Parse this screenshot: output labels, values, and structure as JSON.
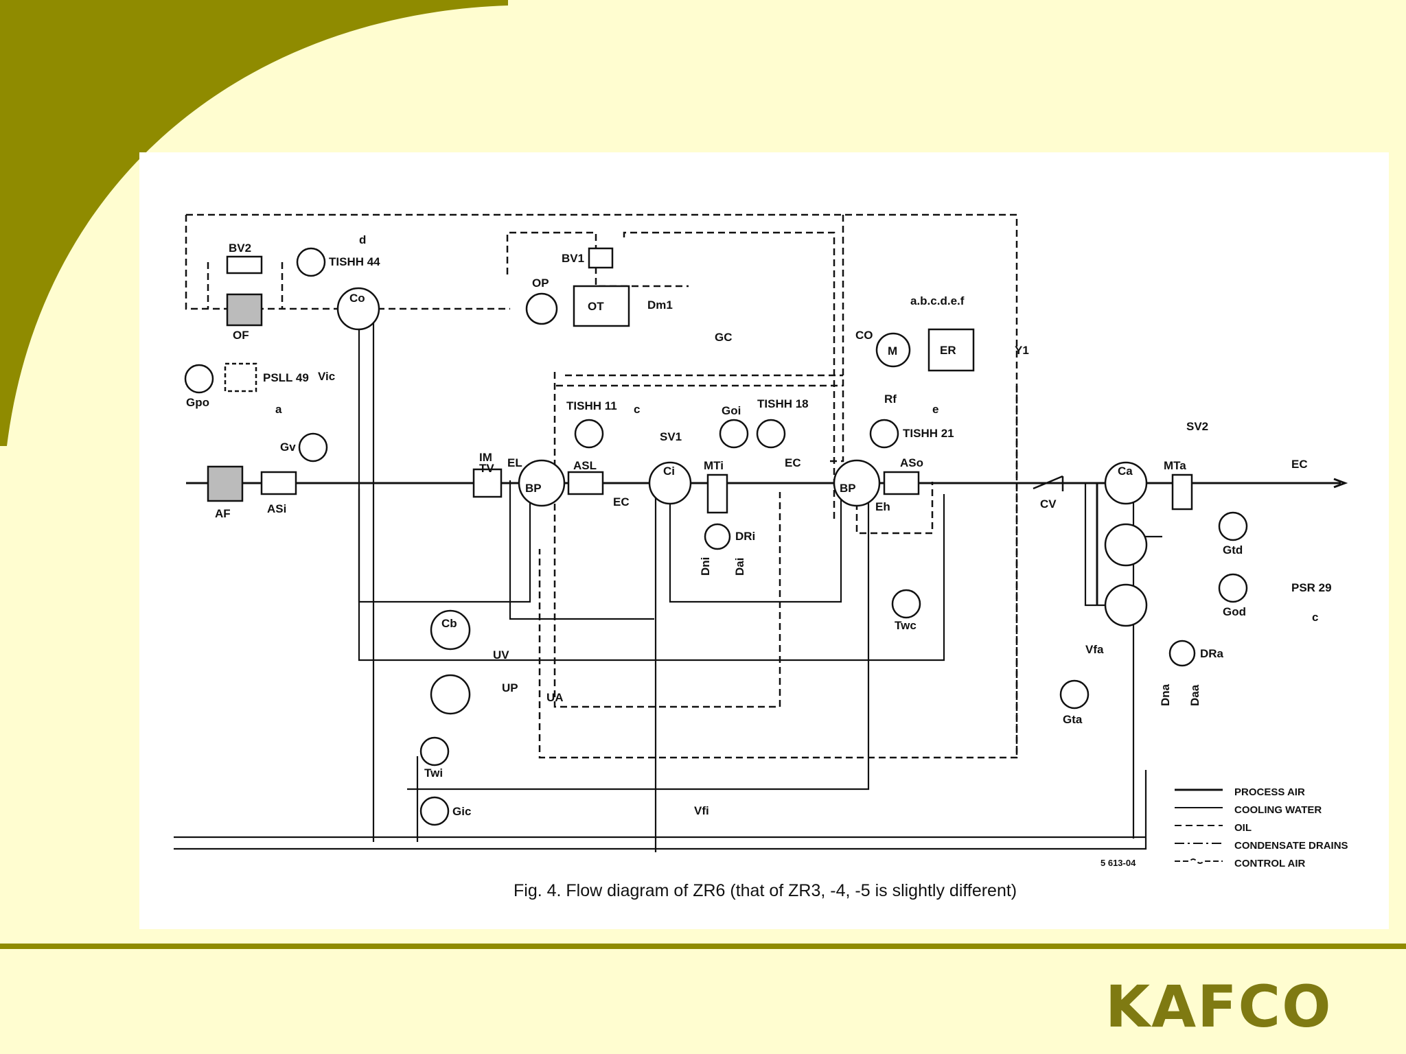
{
  "slide": {
    "colors": {
      "background": "#fffdd0",
      "accent": "#8f8b00",
      "logo": "#7f7a12"
    },
    "logo_text": "KAFCO"
  },
  "diagram": {
    "caption": "Fig. 4. Flow diagram of ZR6 (that of ZR3, -4, -5 is slightly different)",
    "drawing_number": "5 613-04",
    "legend": [
      {
        "style": "solid",
        "label": "PROCESS AIR"
      },
      {
        "style": "solid-thin",
        "label": "COOLING WATER"
      },
      {
        "style": "dashed",
        "label": "OIL"
      },
      {
        "style": "dash-dot",
        "label": "CONDENSATE DRAINS"
      },
      {
        "style": "wave",
        "label": "CONTROL AIR"
      }
    ],
    "labels": {
      "bv2": "BV2",
      "tishh44": "TISHH 44",
      "d": "d",
      "of": "OF",
      "co_cooler": "Co",
      "vic": "Vic",
      "gpo": "Gpo",
      "psll49": "PSLL 49",
      "a": "a",
      "gv": "Gv",
      "af": "AF",
      "asi": "ASi",
      "im": "IM",
      "tv": "TV",
      "bv1": "BV1",
      "op": "OP",
      "ot": "OT",
      "dm1": "Dm1",
      "gc": "GC",
      "co_coupling": "CO",
      "m": "M",
      "er": "ER",
      "abcdef": "a.b.c.d.e.f",
      "y1": "Y1",
      "el": "EL",
      "bp_lp": "BP",
      "as_lp": "ASL",
      "ec1": "EC",
      "tishh11": "TISHH 11",
      "c": "c",
      "sv1": "SV1",
      "ci": "Ci",
      "goi": "Goi",
      "tishh18": "TISHH 18",
      "mti": "MTi",
      "ec2": "EC",
      "dri": "DRi",
      "dni": "Dni",
      "dai": "Dai",
      "bp_hp": "BP",
      "eh": "Eh",
      "rf": "Rf",
      "e": "e",
      "tishh21": "TISHH 21",
      "aso": "ASo",
      "twc": "Twc",
      "cb": "Cb",
      "uv": "UV",
      "up": "UP",
      "ua": "UA",
      "twi": "Twi",
      "gic": "Gic",
      "vfi": "Vfi",
      "cv": "CV",
      "ca": "Ca",
      "mta": "MTa",
      "sv2": "SV2",
      "ec3": "EC",
      "gtd": "Gtd",
      "psr29": "PSR 29",
      "god": "God",
      "c2": "c",
      "vfa": "Vfa",
      "dra": "DRa",
      "gta": "Gta",
      "dna": "Dna",
      "daa": "Daa"
    }
  }
}
